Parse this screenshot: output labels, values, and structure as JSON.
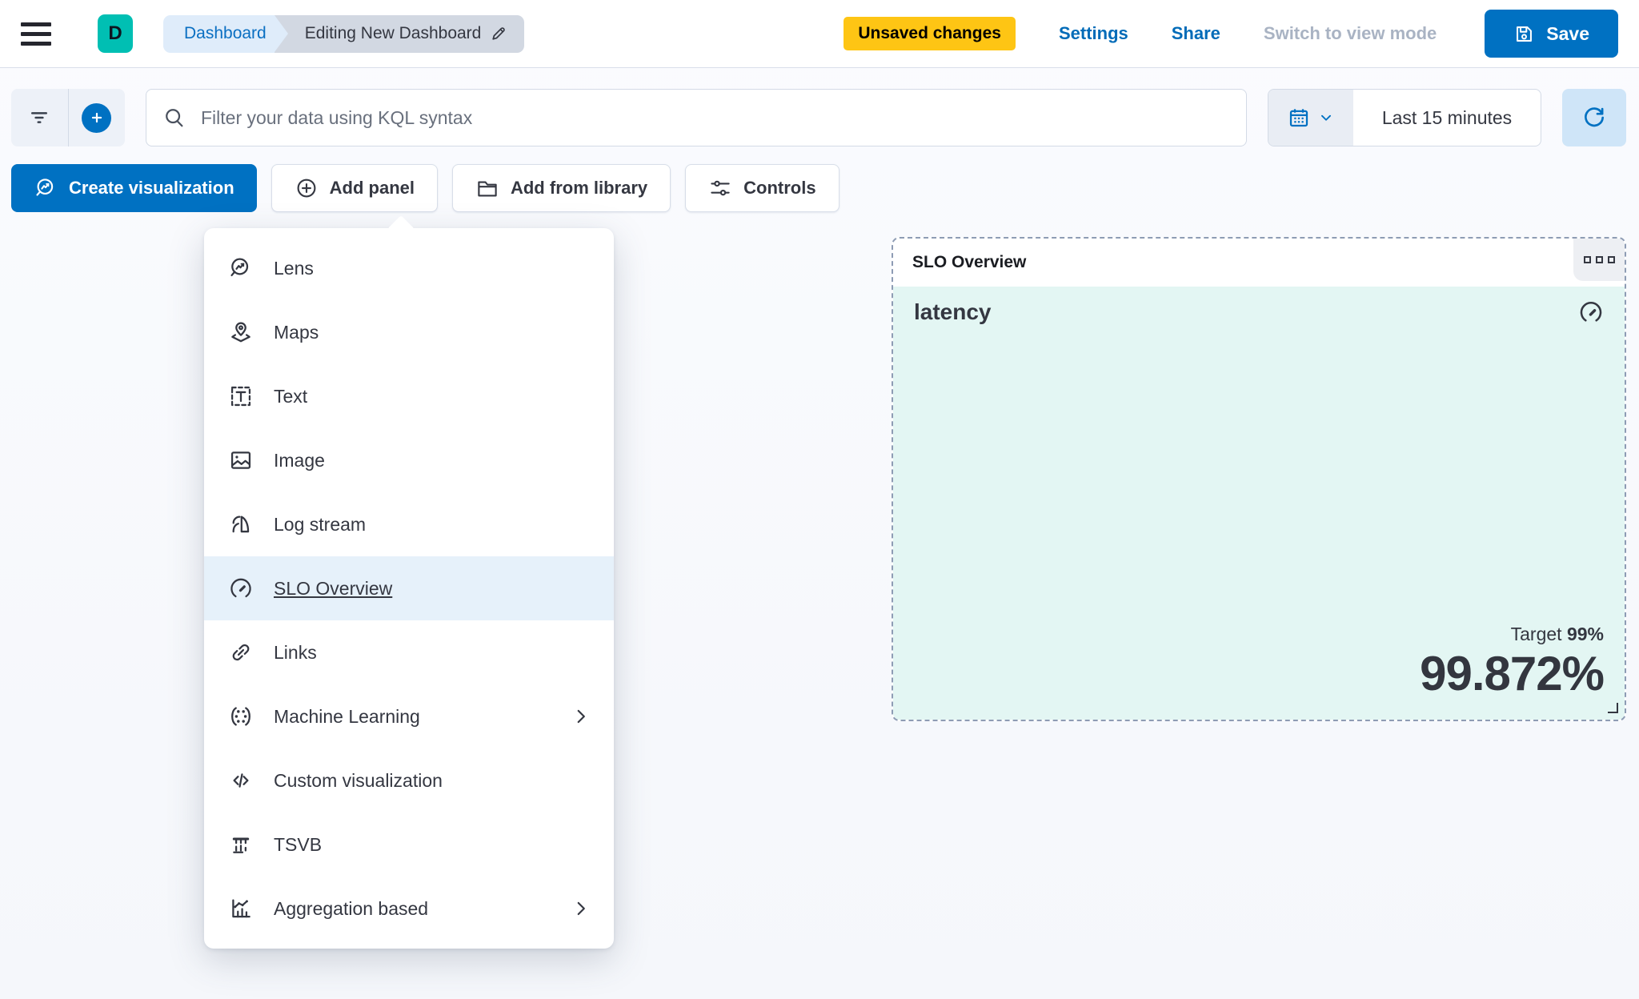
{
  "header": {
    "logo_letter": "D",
    "breadcrumbs": [
      {
        "label": "Dashboard"
      },
      {
        "label": "Editing New Dashboard"
      }
    ],
    "unsaved_badge": "Unsaved changes",
    "settings_label": "Settings",
    "share_label": "Share",
    "view_mode_label": "Switch to view mode",
    "save_label": "Save"
  },
  "filter_bar": {
    "search_placeholder": "Filter your data using KQL syntax",
    "search_value": "",
    "time_range": "Last 15 minutes"
  },
  "toolbar": {
    "create_visualization_label": "Create visualization",
    "add_panel_label": "Add panel",
    "add_from_library_label": "Add from library",
    "controls_label": "Controls"
  },
  "add_panel_menu": {
    "items": [
      {
        "label": "Lens",
        "icon": "lens-icon",
        "selected": false,
        "has_submenu": false
      },
      {
        "label": "Maps",
        "icon": "maps-icon",
        "selected": false,
        "has_submenu": false
      },
      {
        "label": "Text",
        "icon": "text-icon",
        "selected": false,
        "has_submenu": false
      },
      {
        "label": "Image",
        "icon": "image-icon",
        "selected": false,
        "has_submenu": false
      },
      {
        "label": "Log stream",
        "icon": "log-stream-icon",
        "selected": false,
        "has_submenu": false
      },
      {
        "label": "SLO Overview",
        "icon": "gauge-icon",
        "selected": true,
        "has_submenu": false
      },
      {
        "label": "Links",
        "icon": "links-icon",
        "selected": false,
        "has_submenu": false
      },
      {
        "label": "Machine Learning",
        "icon": "machine-learning-icon",
        "selected": false,
        "has_submenu": true
      },
      {
        "label": "Custom visualization",
        "icon": "code-icon",
        "selected": false,
        "has_submenu": false
      },
      {
        "label": "TSVB",
        "icon": "tsvb-icon",
        "selected": false,
        "has_submenu": false
      },
      {
        "label": "Aggregation based",
        "icon": "aggregation-icon",
        "selected": false,
        "has_submenu": true
      }
    ]
  },
  "slo_panel": {
    "header_title": "SLO Overview",
    "slo_name": "latency",
    "target_label": "Target",
    "target_value": "99%",
    "sli_value": "99.872%"
  },
  "colors": {
    "primary_blue": "#0071C2",
    "link_blue": "#006BB8",
    "warning_yellow": "#FEC514",
    "brand_teal": "#00BFB3",
    "panel_mint": "#E3F6F3",
    "menu_highlight": "#E6F1FA",
    "text_dark": "#343741"
  }
}
